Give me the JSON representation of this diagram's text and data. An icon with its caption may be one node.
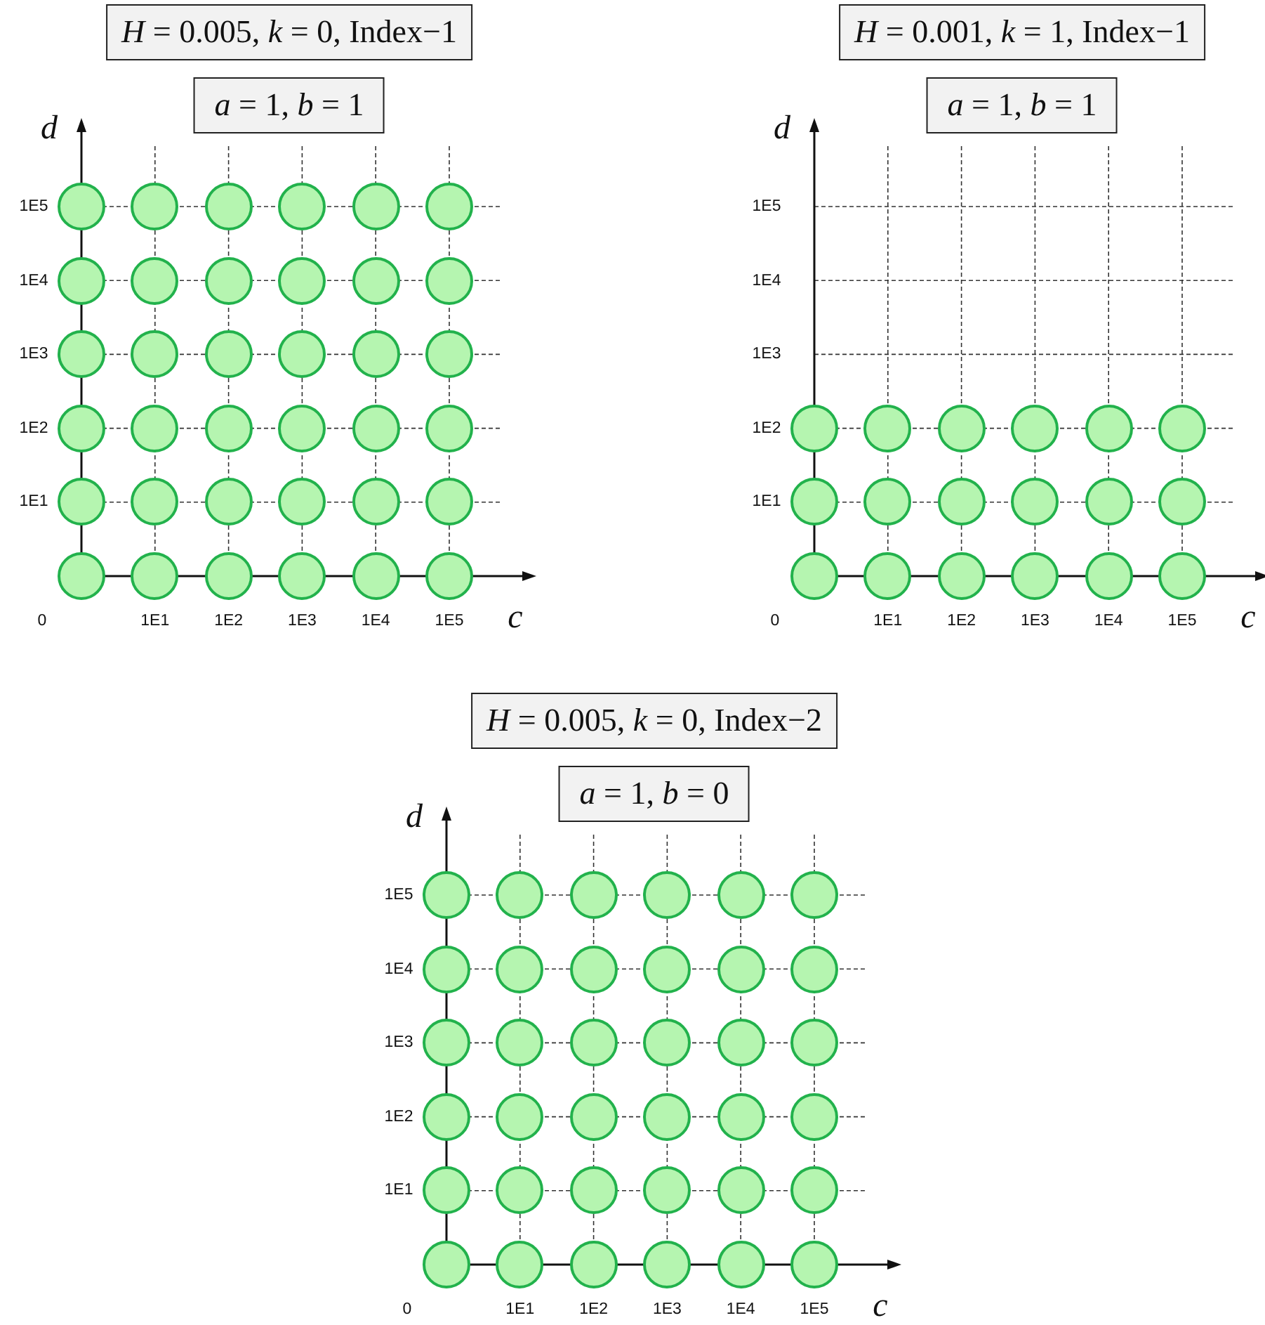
{
  "diagram": {
    "nodes": [
      {
        "text": [
          "*H* = 0.005,  *k* = 0,  Index−1"
        ]
      },
      {
        "text": [
          "*a* = 1, *b* = 1"
        ]
      },
      {
        "text": [],
        "shape": "circle"
      },
      {
        "text": [],
        "shape": "circle"
      },
      {
        "text": [],
        "shape": "circle"
      },
      {
        "text": [],
        "shape": "circle"
      },
      {
        "text": [],
        "shape": "circle"
      },
      {
        "text": [],
        "shape": "circle"
      },
      {
        "text": [],
        "shape": "circle"
      },
      {
        "text": [],
        "shape": "circle"
      },
      {
        "text": [],
        "shape": "circle"
      },
      {
        "text": [],
        "shape": "circle"
      },
      {
        "text": [],
        "shape": "circle"
      },
      {
        "text": [],
        "shape": "circle"
      },
      {
        "text": [],
        "shape": "circle"
      },
      {
        "text": [],
        "shape": "circle"
      },
      {
        "text": [],
        "shape": "circle"
      },
      {
        "text": [],
        "shape": "circle"
      },
      {
        "text": [],
        "shape": "circle"
      },
      {
        "text": [],
        "shape": "circle"
      },
      {
        "text": [],
        "shape": "circle"
      },
      {
        "text": [],
        "shape": "circle"
      },
      {
        "text": [],
        "shape": "circle"
      },
      {
        "text": [],
        "shape": "circle"
      },
      {
        "text": [],
        "shape": "circle"
      },
      {
        "text": [],
        "shape": "circle"
      },
      {
        "text": [],
        "shape": "circle"
      },
      {
        "text": [],
        "shape": "circle"
      },
      {
        "text": [],
        "shape": "circle"
      },
      {
        "text": [],
        "shape": "circle"
      },
      {
        "text": [],
        "shape": "circle"
      },
      {
        "text": [],
        "shape": "circle"
      },
      {
        "text": [],
        "shape": "circle"
      },
      {
        "text": [],
        "shape": "circle"
      },
      {
        "text": [],
        "shape": "circle"
      },
      {
        "text": [],
        "shape": "circle"
      },
      {
        "text": [],
        "shape": "circle"
      },
      {
        "text": [],
        "shape": "circle"
      },
      {
        "text": [
          "*H* = 0.001,  *k* = 1,  Index−1"
        ]
      },
      {
        "text": [
          "*a* = 1, *b* = 1"
        ]
      },
      {
        "text": [],
        "shape": "circle"
      },
      {
        "text": [],
        "shape": "circle"
      },
      {
        "text": [],
        "shape": "circle"
      },
      {
        "text": [],
        "shape": "circle"
      },
      {
        "text": [],
        "shape": "circle"
      },
      {
        "text": [],
        "shape": "circle"
      },
      {
        "text": [],
        "shape": "circle"
      },
      {
        "text": [],
        "shape": "circle"
      },
      {
        "text": [],
        "shape": "circle"
      },
      {
        "text": [],
        "shape": "circle"
      },
      {
        "text": [],
        "shape": "circle"
      },
      {
        "text": [],
        "shape": "circle"
      },
      {
        "text": [],
        "shape": "circle"
      },
      {
        "text": [],
        "shape": "circle"
      },
      {
        "text": [],
        "shape": "circle"
      },
      {
        "text": [],
        "shape": "circle"
      },
      {
        "text": [],
        "shape": "circle"
      },
      {
        "text": [],
        "shape": "circle"
      },
      {
        "text": [
          "*H* = 0.005,  *k* = 0,  Index−2"
        ]
      },
      {
        "text": [
          "*a* = 1, *b* = 0"
        ]
      },
      {
        "text": [],
        "shape": "circle"
      },
      {
        "text": [],
        "shape": "circle"
      },
      {
        "text": [],
        "shape": "circle"
      },
      {
        "text": [],
        "shape": "circle"
      },
      {
        "text": [],
        "shape": "circle"
      },
      {
        "text": [],
        "shape": "circle"
      },
      {
        "text": [],
        "shape": "circle"
      },
      {
        "text": [],
        "shape": "circle"
      },
      {
        "text": [],
        "shape": "circle"
      },
      {
        "text": [],
        "shape": "circle"
      },
      {
        "text": [],
        "shape": "circle"
      },
      {
        "text": [],
        "shape": "circle"
      },
      {
        "text": [],
        "shape": "circle"
      },
      {
        "text": [],
        "shape": "circle"
      },
      {
        "text": [],
        "shape": "circle"
      },
      {
        "text": [],
        "shape": "circle"
      },
      {
        "text": [],
        "shape": "circle"
      },
      {
        "text": [],
        "shape": "circle"
      },
      {
        "text": [],
        "shape": "circle"
      },
      {
        "text": [],
        "shape": "circle"
      },
      {
        "text": [],
        "shape": "circle"
      },
      {
        "text": [],
        "shape": "circle"
      },
      {
        "text": [],
        "shape": "circle"
      },
      {
        "text": [],
        "shape": "circle"
      },
      {
        "text": [],
        "shape": "circle"
      },
      {
        "text": [],
        "shape": "circle"
      },
      {
        "text": [],
        "shape": "circle"
      },
      {
        "text": [],
        "shape": "circle"
      },
      {
        "text": [],
        "shape": "circle"
      },
      {
        "text": [],
        "shape": "circle"
      },
      {
        "text": [],
        "shape": "circle"
      },
      {
        "text": [],
        "shape": "circle"
      },
      {
        "text": [],
        "shape": "circle"
      },
      {
        "text": [],
        "shape": "circle"
      },
      {
        "text": [],
        "shape": "circle"
      },
      {
        "text": [],
        "shape": "circle"
      }
    ],
    "labels": [
      "d",
      "1E5",
      "1E4",
      "1E3",
      "1E2",
      "1E1",
      "0",
      "1E1",
      "1E2",
      "1E3",
      "1E4",
      "1E5",
      "c",
      "d",
      "1E5",
      "1E4",
      "1E3",
      "1E2",
      "1E1",
      "0",
      "1E1",
      "1E2",
      "1E3",
      "1E4",
      "1E5",
      "c",
      "d",
      "1E5",
      "1E4",
      "1E3",
      "1E2",
      "1E1",
      "0",
      "1E1",
      "1E2",
      "1E3",
      "1E4",
      "1E5",
      "c"
    ]
  }
}
